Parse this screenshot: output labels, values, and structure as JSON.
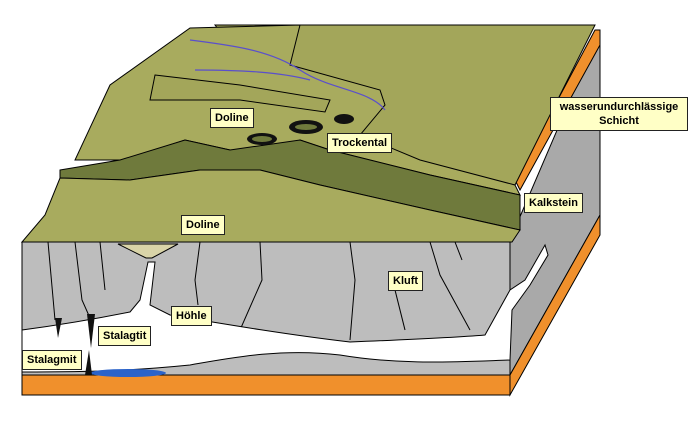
{
  "labels": {
    "doline_top": "Doline",
    "trockental": "Trockental",
    "wasser_line1": "wasserundurchlässige",
    "wasser_line2": "Schicht",
    "kalkstein": "Kalkstein",
    "doline_front": "Doline",
    "kluft": "Kluft",
    "hoehle": "Höhle",
    "stalagtit": "Stalagtit",
    "stalagmit": "Stalagmit"
  },
  "colors": {
    "plateau": "#a3a65a",
    "terrace_light": "#a8ab5e",
    "terrace_dark": "#6f7a3c",
    "limestone": "#bdbdbd",
    "limestone_side": "#a9a9a9",
    "impermeable_layer": "#f0902c",
    "cave": "#ffffff",
    "river": "#5a4fcc",
    "water": "#2b63c9",
    "label_fill": "#ffffc6"
  }
}
